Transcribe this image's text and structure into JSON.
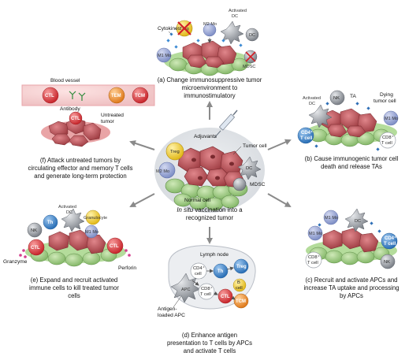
{
  "center": {
    "adjuvants": "Adjuvants",
    "tumor_cell": "Tumor cell",
    "treg": "Treg",
    "dc": "DC",
    "m2": "M2 Mo",
    "mdsc": "MDSC",
    "normal_cell": "Normal cell",
    "caption_italic": "In situ",
    "caption_rest": " vaccination into a",
    "caption_line2": "recognized tumor"
  },
  "panel_a": {
    "cytokines": "Cytokines",
    "treg": "Treg",
    "activated": "Activated",
    "dc": "DC",
    "m2": "M2 Mo",
    "m1": "M1 Mo",
    "mdsc": "MDSC",
    "caption": [
      "(a) Change immunosuppressive tumor",
      "microenvironment to",
      "immunostimulatory"
    ]
  },
  "panel_b": {
    "nk": "NK",
    "ta": "TA",
    "dying": [
      "Dying",
      "tumor cell"
    ],
    "activated_dc": [
      "Activated",
      "DC"
    ],
    "m1": "M1 Mo",
    "cd4": [
      "CD4⁺",
      "T cell"
    ],
    "cd8": [
      "CD8⁺",
      "T cell"
    ],
    "caption": [
      "(b) Cause immunogenic tumor cell",
      "death and release TAs"
    ]
  },
  "panel_c": {
    "m1": "M1 Mo",
    "dc": "DC",
    "cd4": [
      "CD4⁺",
      "T cell"
    ],
    "cd8": [
      "CD8⁺",
      "T cell"
    ],
    "nk": "NK",
    "caption": [
      "(c) Recruit and activate APCs and",
      "increase TA uptake and processing",
      "by APCs"
    ]
  },
  "panel_d": {
    "lymph_node": "Lymph node",
    "cd4": [
      "CD4⁺",
      "cell"
    ],
    "th": "Th",
    "treg": "Treg",
    "b_cell": [
      "B",
      "cell"
    ],
    "apc": "APC",
    "cd8": [
      "CD8⁺",
      "T cell"
    ],
    "ctl": "CTL",
    "tcm": "TCM",
    "antigen_apc": [
      "Antigen-",
      "loaded APC"
    ],
    "caption": [
      "(d) Enhance antigen",
      "presentation to T cells by APCs",
      "and activate T cells"
    ]
  },
  "panel_e": {
    "activated_dc": [
      "Activated",
      "DC"
    ],
    "granulocyte": "Granulocyte",
    "m1": "M1 Mo",
    "nk": "NK",
    "th": "Th",
    "ctl": "CTL",
    "granzyme": "Granzyme",
    "perforin": "Perforin",
    "caption": [
      "(e) Expand and recruit activated",
      "immune cells to kill treated tumor",
      "cells"
    ]
  },
  "panel_f": {
    "blood_vessel": "Blood vessel",
    "ctl": "CTL",
    "tem": "TEM",
    "tcm": "TCM",
    "antibody": "Antibody",
    "untreated": [
      "Untreated",
      "tumor"
    ],
    "caption": [
      "(f) Attack untreated tumors by",
      "circulating effector and memory T cells",
      "and generate long-term protection"
    ]
  },
  "colors": {
    "tumor": "#b84a4f",
    "normal": "#9fcc84",
    "ctl": "#d9393e",
    "th": "#3c83c8",
    "treg": "#f2d13b",
    "tcm": "#e98a2b",
    "nk": "#8a8f96",
    "dc": "#8c96a8",
    "mac": "#8f9fcf",
    "mdsc": "#9aa6b8",
    "vessel": "#f6c9cc"
  }
}
